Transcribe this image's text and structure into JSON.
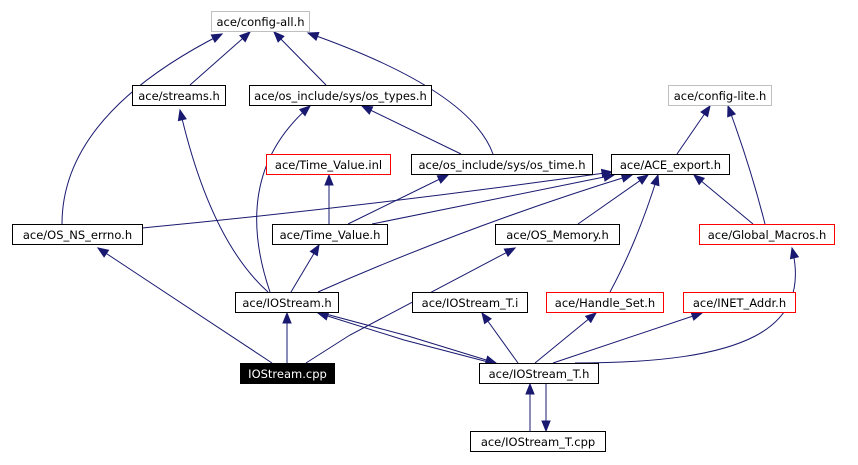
{
  "colors": {
    "edge": "#191970",
    "border_default": "#000000",
    "border_external": "#bfbfbf",
    "border_undocumented": "#ff0000",
    "root_fill": "#000000",
    "root_text": "#ffffff"
  },
  "nodes": {
    "config_all": {
      "label": "ace/config-all.h",
      "style": "external"
    },
    "streams": {
      "label": "ace/streams.h",
      "style": "default"
    },
    "os_types": {
      "label": "ace/os_include/sys/os_types.h",
      "style": "default"
    },
    "config_lite": {
      "label": "ace/config-lite.h",
      "style": "external"
    },
    "time_value_inl": {
      "label": "ace/Time_Value.inl",
      "style": "undocumented"
    },
    "os_time": {
      "label": "ace/os_include/sys/os_time.h",
      "style": "default"
    },
    "ace_export": {
      "label": "ace/ACE_export.h",
      "style": "default"
    },
    "os_ns_errno": {
      "label": "ace/OS_NS_errno.h",
      "style": "default"
    },
    "time_value": {
      "label": "ace/Time_Value.h",
      "style": "default"
    },
    "os_memory": {
      "label": "ace/OS_Memory.h",
      "style": "default"
    },
    "global_macros": {
      "label": "ace/Global_Macros.h",
      "style": "undocumented"
    },
    "iostream_h": {
      "label": "ace/IOStream.h",
      "style": "default"
    },
    "iostream_t_i": {
      "label": "ace/IOStream_T.i",
      "style": "default"
    },
    "handle_set": {
      "label": "ace/Handle_Set.h",
      "style": "undocumented"
    },
    "inet_addr": {
      "label": "ace/INET_Addr.h",
      "style": "undocumented"
    },
    "iostream_cpp": {
      "label": "IOStream.cpp",
      "style": "root"
    },
    "iostream_t_h": {
      "label": "ace/IOStream_T.h",
      "style": "default"
    },
    "iostream_t_cpp": {
      "label": "ace/IOStream_T.cpp",
      "style": "default"
    }
  },
  "edges": [
    {
      "from": "iostream_cpp",
      "to": "os_ns_errno"
    },
    {
      "from": "iostream_cpp",
      "to": "iostream_h"
    },
    {
      "from": "iostream_cpp",
      "to": "os_memory"
    },
    {
      "from": "iostream_t_h",
      "to": "iostream_h"
    },
    {
      "from": "iostream_h",
      "to": "iostream_t_h"
    },
    {
      "from": "iostream_t_h",
      "to": "iostream_t_i"
    },
    {
      "from": "iostream_t_h",
      "to": "handle_set"
    },
    {
      "from": "iostream_t_h",
      "to": "inet_addr"
    },
    {
      "from": "iostream_t_h",
      "to": "global_macros"
    },
    {
      "from": "iostream_t_h",
      "to": "iostream_t_cpp"
    },
    {
      "from": "iostream_t_cpp",
      "to": "iostream_t_h"
    },
    {
      "from": "iostream_h",
      "to": "streams"
    },
    {
      "from": "iostream_h",
      "to": "os_types"
    },
    {
      "from": "iostream_h",
      "to": "time_value"
    },
    {
      "from": "iostream_h",
      "to": "ace_export"
    },
    {
      "from": "time_value",
      "to": "time_value_inl"
    },
    {
      "from": "time_value",
      "to": "os_time"
    },
    {
      "from": "time_value",
      "to": "ace_export"
    },
    {
      "from": "os_ns_errno",
      "to": "config_all"
    },
    {
      "from": "os_ns_errno",
      "to": "ace_export"
    },
    {
      "from": "os_memory",
      "to": "ace_export"
    },
    {
      "from": "global_macros",
      "to": "ace_export"
    },
    {
      "from": "global_macros",
      "to": "config_lite"
    },
    {
      "from": "handle_set",
      "to": "ace_export"
    },
    {
      "from": "ace_export",
      "to": "config_lite"
    },
    {
      "from": "os_time",
      "to": "os_types"
    },
    {
      "from": "os_time",
      "to": "config_all"
    },
    {
      "from": "os_types",
      "to": "config_all"
    },
    {
      "from": "streams",
      "to": "config_all"
    }
  ]
}
